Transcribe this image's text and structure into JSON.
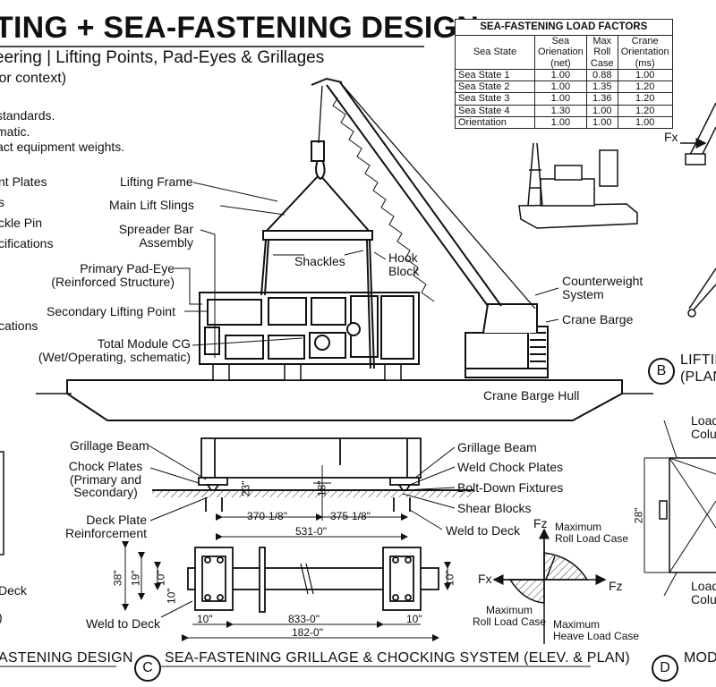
{
  "header": {
    "title": "TING + SEA-FASTENING DESIGN",
    "subtitle": "eering | Lifting Points, Pad-Eyes & Grillages",
    "subtitle2": "for context)"
  },
  "notes": [
    "standards.",
    "matic.",
    "act equipment weights."
  ],
  "left_list": [
    "nt Plates",
    "s",
    "ckle Pin",
    "cifications",
    "cations"
  ],
  "load_table": {
    "caption": "SEA-FASTENING LOAD FACTORS",
    "headers": [
      "Sea State",
      "Sea Orienation (net)",
      "Max Roll Case",
      "Crane Orientation (ms)"
    ],
    "rows": [
      [
        "Sea State 1",
        "1.00",
        "0.88",
        "1.00"
      ],
      [
        "Sea State 2",
        "1.00",
        "1.35",
        "1.20"
      ],
      [
        "Sea State 3",
        "1.00",
        "1.36",
        "1.20"
      ],
      [
        "Sea State 4",
        "1.30",
        "1.00",
        "1.20"
      ],
      [
        "Orientation",
        "1.00",
        "1.00",
        "1.00"
      ]
    ]
  },
  "lifting_labels": {
    "lifting_frame": "Lifting Frame",
    "main_slings": "Main Lift Slings",
    "spreader_bar": "Spreader Bar\nAssembly",
    "primary_pad_eye": "Primary Pad-Eye\n(Reinforced Structure)",
    "secondary_point": "Secondary Lifting Point",
    "module_cg": "Total Module CG\n(Wet/Operating, schematic)",
    "shackles": "Shackles",
    "hook_block": "Hook\nBlock",
    "counterweight": "Counterweight\nSystem",
    "crane_barge": "Crane Barge",
    "barge_hull": "Crane Barge Hull"
  },
  "elev_labels": {
    "grillage_beam_l": "Grillage Beam",
    "chock_plates": "Chock Plates\n(Primary and\nSecondary)",
    "deck_plate": "Deck Plate\nReinforcement",
    "grillage_beam_r": "Grillage Beam",
    "weld_chock": "Weld Chock Plates",
    "bolt_down": "Bolt-Down Fixtures",
    "shear_blocks": "Shear Blocks",
    "weld_deck_r": "Weld to Deck",
    "weld_deck_l": "Weld to Deck",
    "dim_370": "370-1/8\"",
    "dim_375": "375-1/8\"",
    "dim_531": "531-0\"",
    "dim_833": "833-0\"",
    "dim_182": "182-0\"",
    "dim_10a": "10\"",
    "dim_10b": "10\"",
    "dim_10c": "10\"",
    "dim_10d": "10\"",
    "dim_38": "38\"",
    "dim_19": "19\"",
    "dim_10e": "10\"",
    "vert_23": "23\"",
    "vert_18": "18\""
  },
  "force_diagram": {
    "fz": "Fz",
    "fx": "Fx",
    "fz_right": "Fz",
    "max_roll_top": "Maximum\nRoll Load Case",
    "max_roll_bottom": "Maximum\nRoll Load Case",
    "max_heave": "Maximum\nHeave Load Case"
  },
  "right_panel": {
    "fx": "Fx",
    "lifting_partial": "LIFTIN",
    "plan_partial": "(PLAN",
    "load_colu_top": "Load\nColu",
    "dim_28": "28\"",
    "load_colu_bottom": "Load\nColu",
    "label_b": "B",
    "label_d": "D",
    "mod_partial": "MODU"
  },
  "left_fragments": {
    "deck": "Deck",
    "paren": ")",
    "fastening": "ASTENING DESIGN"
  },
  "section_titles": {
    "c_label": "C",
    "c_title": "SEA-FASTENING GRILLAGE & CHOCKING SYSTEM (ELEV. & PLAN)"
  }
}
